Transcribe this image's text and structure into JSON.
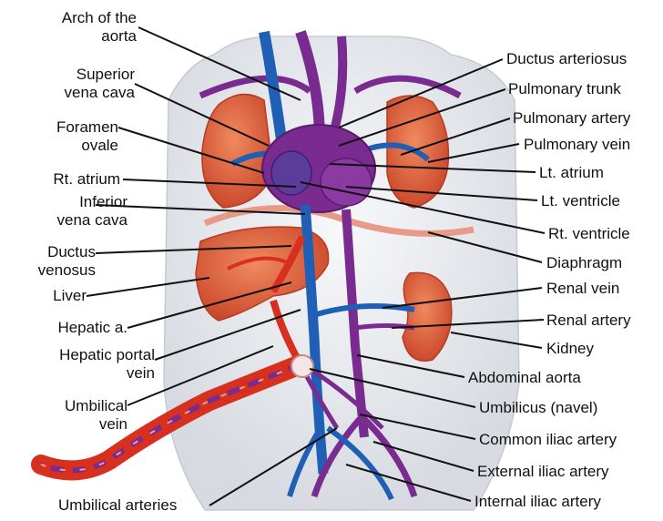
{
  "labels_left": {
    "arch_of_aorta_1": "Arch of the",
    "arch_of_aorta_2": "aorta",
    "superior_vena_cava_1": "Superior",
    "superior_vena_cava_2": "vena cava",
    "foramen_ovale_1": "Foramen",
    "foramen_ovale_2": "ovale",
    "rt_atrium": "Rt. atrium",
    "inferior_vena_cava_1": "Inferior",
    "inferior_vena_cava_2": "vena cava",
    "ductus_venosus_1": "Ductus",
    "ductus_venosus_2": "venosus",
    "liver": "Liver",
    "hepatic_a": "Hepatic a.",
    "hepatic_portal_vein_1": "Hepatic portal",
    "hepatic_portal_vein_2": "vein",
    "umbilical_vein_1": "Umbilical",
    "umbilical_vein_2": "vein",
    "umbilical_arteries": "Umbilical arteries"
  },
  "labels_right": {
    "ductus_arteriosus": "Ductus arteriosus",
    "pulmonary_trunk": "Pulmonary trunk",
    "pulmonary_artery": "Pulmonary artery",
    "pulmonary_vein": "Pulmonary vein",
    "lt_atrium": "Lt. atrium",
    "lt_ventricle": "Lt. ventricle",
    "rt_ventricle": "Rt. ventricle",
    "diaphragm": "Diaphragm",
    "renal_vein": "Renal vein",
    "renal_artery": "Renal artery",
    "kidney": "Kidney",
    "abdominal_aorta": "Abdominal aorta",
    "umbilicus": "Umbilicus (navel)",
    "common_iliac_artery": "Common iliac artery",
    "external_iliac_artery": "External iliac artery",
    "internal_iliac_artery": "Internal iliac artery"
  },
  "colors": {
    "artery_red": "#d8301f",
    "vein_blue": "#1f5fb5",
    "mixed_purple": "#7a2b8f",
    "organ_orange": "#e2643a",
    "body_gray": "#e9ecf0"
  }
}
